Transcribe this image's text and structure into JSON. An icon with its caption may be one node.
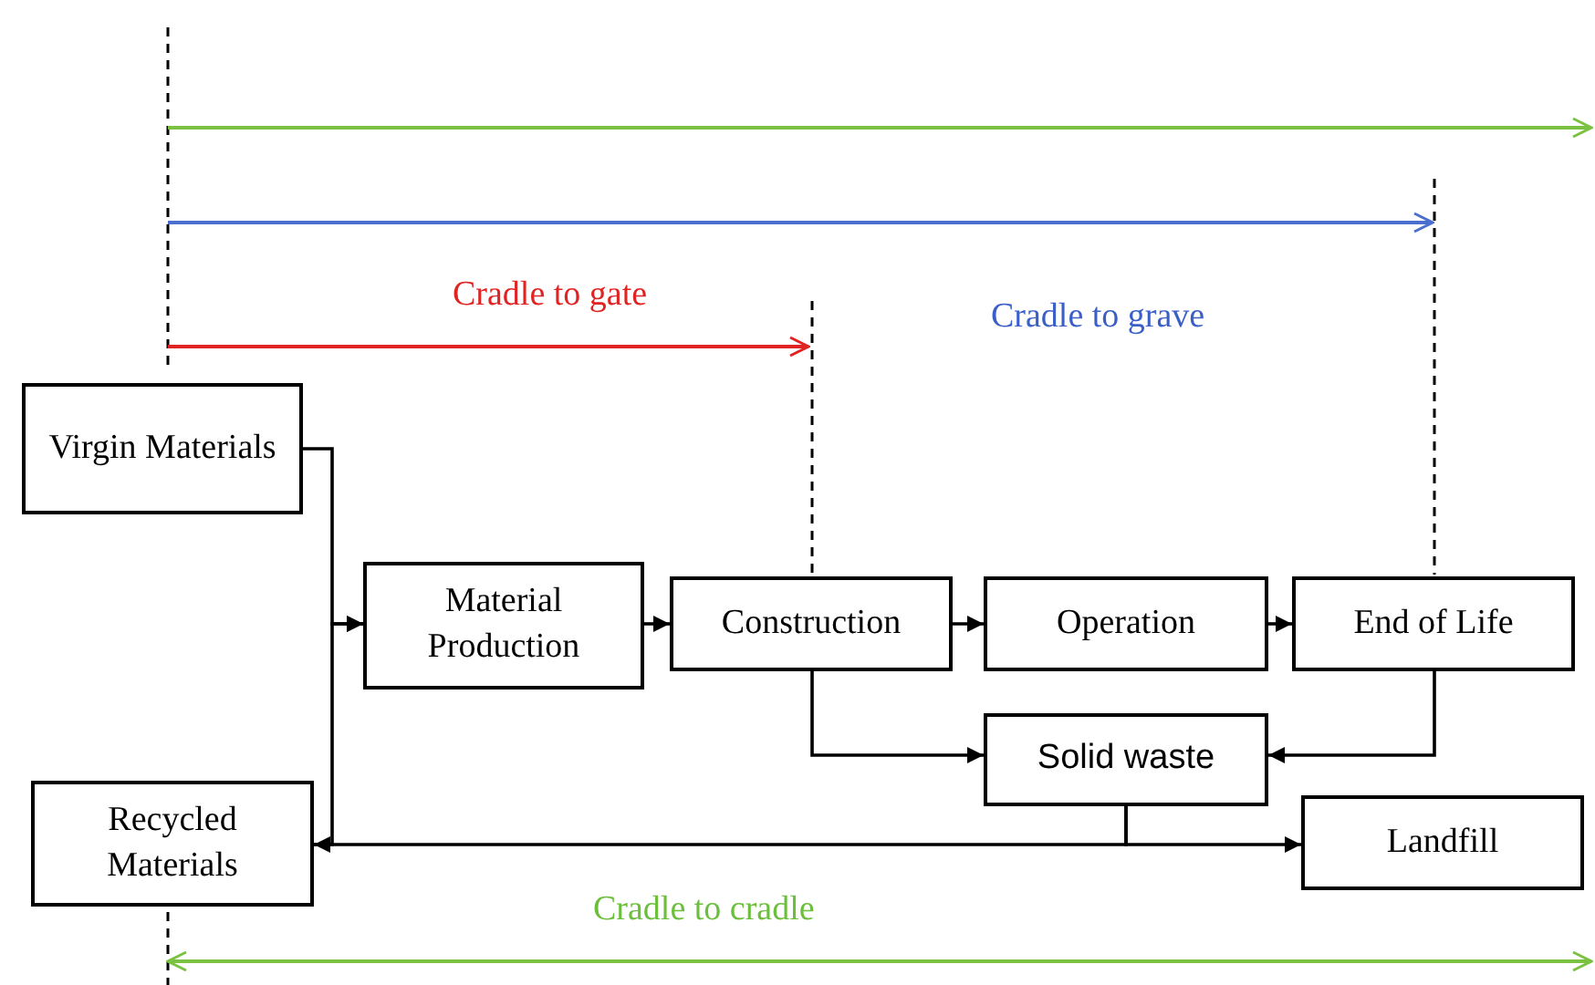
{
  "diagram": {
    "nodes": [
      {
        "text": [
          "Virgin Materials"
        ]
      },
      {
        "text": [
          "Material Production"
        ]
      },
      {
        "text": [
          "Construction"
        ]
      },
      {
        "text": [
          "Operation"
        ]
      },
      {
        "text": [
          "End of Life"
        ]
      },
      {
        "text": [
          "Solid waste"
        ]
      },
      {
        "text": [
          "Recycled Materials"
        ]
      },
      {
        "text": [
          "Landfill"
        ]
      }
    ],
    "edges": [
      {
        "from": 0,
        "to": 1,
        "arrow": "to"
      },
      {
        "from": 6,
        "to": 1,
        "arrow": "to"
      },
      {
        "from": 1,
        "to": 2,
        "arrow": "to"
      },
      {
        "from": 2,
        "to": 3,
        "arrow": "to"
      },
      {
        "from": 3,
        "to": 4,
        "arrow": "to"
      },
      {
        "from": 2,
        "to": 5,
        "arrow": "to"
      },
      {
        "from": 4,
        "to": 5,
        "arrow": "to"
      },
      {
        "from": 5,
        "to": 6,
        "arrow": "to"
      },
      {
        "from": 5,
        "to": 7,
        "arrow": "to"
      }
    ],
    "labels": [
      "Cradle to gate",
      "Cradle to grave",
      "Cradle to cradle"
    ]
  }
}
